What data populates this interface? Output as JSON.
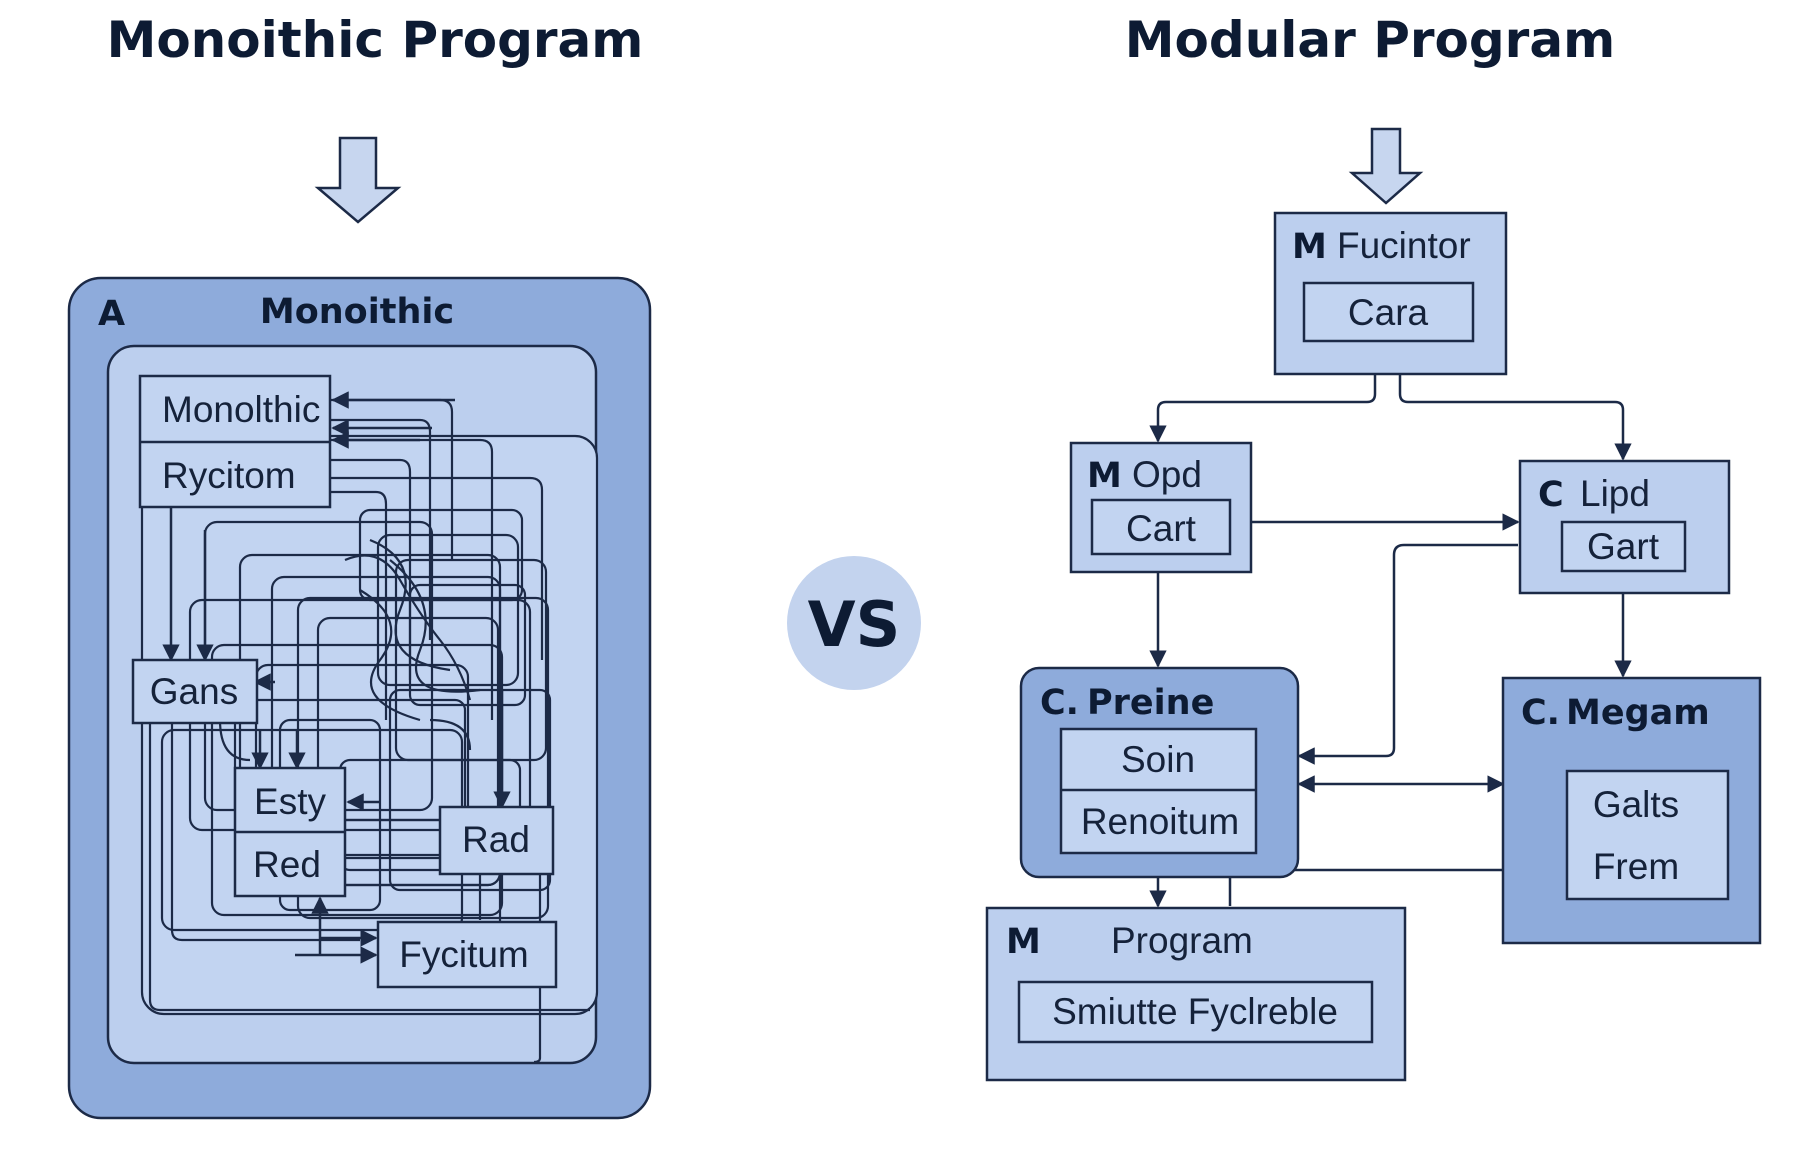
{
  "titles": {
    "left": "Monoithic Program",
    "right": "Modular Program",
    "vs": "VS"
  },
  "monolith": {
    "badge": "A",
    "header": "Monoithic",
    "modules": {
      "top_row1": "Monolthic",
      "top_row2": "Rycitom",
      "gans": "Gans",
      "esty": "Esty",
      "red": "Red",
      "rad": "Rad",
      "fycitum": "Fycitum"
    }
  },
  "modular": {
    "fucintor": {
      "prefix": "M",
      "title": "Fucintor",
      "inner": "Cara"
    },
    "opd": {
      "prefix": "M",
      "title": "Opd",
      "inner": "Cart"
    },
    "lipd": {
      "prefix": "C",
      "title": "Lipd",
      "inner": "Gart"
    },
    "preine": {
      "prefix": "C.",
      "title": "Preine",
      "row1": "Soin",
      "row2": "Renoitum"
    },
    "megam": {
      "prefix": "C.",
      "title": "Megam",
      "row1": "Galts",
      "row2": "Frem"
    },
    "program": {
      "prefix": "M",
      "title": "Program",
      "inner": "Smiutte Fyclreble"
    }
  },
  "colors": {
    "light_fill": "#bccfee",
    "dark_fill": "#8eabdb",
    "stroke": "#1c2a47",
    "text": "#0d1b33"
  }
}
